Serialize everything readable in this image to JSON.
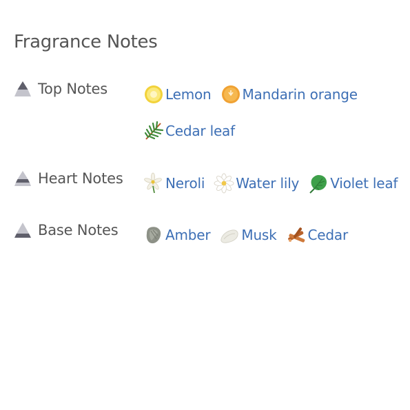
{
  "title": "Fragrance Notes",
  "categories": [
    {
      "label": "Top Notes",
      "notes": [
        {
          "label": "Lemon",
          "icon": "lemon-icon"
        },
        {
          "label": "Mandarin orange",
          "icon": "mandarin-orange-icon"
        },
        {
          "label": "Cedar leaf",
          "icon": "cedar-leaf-icon"
        }
      ]
    },
    {
      "label": "Heart Notes",
      "notes": [
        {
          "label": "Neroli",
          "icon": "neroli-flower-icon"
        },
        {
          "label": "Water lily",
          "icon": "water-lily-icon"
        },
        {
          "label": "Violet leaf",
          "icon": "violet-leaf-icon"
        }
      ]
    },
    {
      "label": "Base Notes",
      "notes": [
        {
          "label": "Amber",
          "icon": "amber-icon"
        },
        {
          "label": "Musk",
          "icon": "musk-icon"
        },
        {
          "label": "Cedar",
          "icon": "cedar-wood-icon"
        }
      ]
    }
  ],
  "colors": {
    "link": "#3d6fb5",
    "text": "#555555",
    "pyramid_top": "#a8a8b0",
    "pyramid_active": "#6e6e82"
  }
}
